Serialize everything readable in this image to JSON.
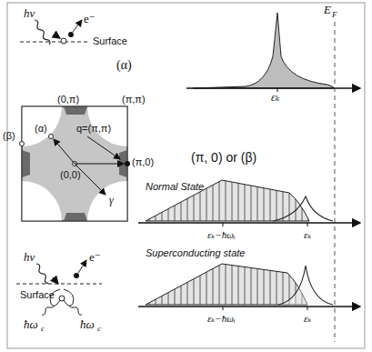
{
  "diagram": {
    "labels": [
      "hν",
      "e⁻",
      "Surface",
      "(α)",
      "E",
      "F",
      "εₖ",
      "(0,π)",
      "(π,π)",
      "(α)",
      "(β)",
      "(0,0)",
      "q=(π,π)",
      "(π,0)",
      "γ",
      "(π, 0) or (β)",
      "Normal State",
      "εₖ−ħωᵢ",
      "εₖ",
      "Superconducting state",
      "εₖ−ħωᵢ",
      "εₖ",
      "hν",
      "e⁻",
      "Surface",
      "ħω",
      "c",
      "ħω",
      "c"
    ]
  }
}
